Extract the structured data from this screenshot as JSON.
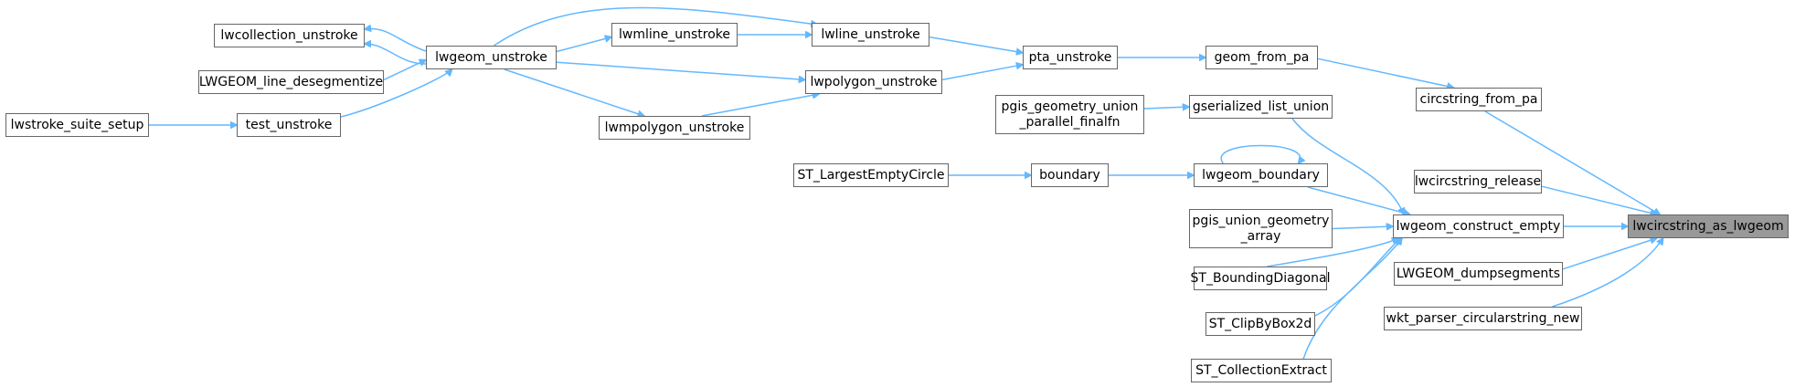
{
  "graph": {
    "edge_color": "#63b8ff",
    "node_border_color": "#666666",
    "root_fill_color": "#999999",
    "nodes": {
      "lwcircstring_as_lwgeom": [
        "lwcircstring_as_lwgeom"
      ],
      "circstring_from_pa": [
        "circstring_from_pa"
      ],
      "lwcircstring_release": [
        "lwcircstring_release"
      ],
      "lwgeom_construct_empty": [
        "lwgeom_construct_empty"
      ],
      "LWGEOM_dumpsegments": [
        "LWGEOM_dumpsegments"
      ],
      "wkt_parser_circularstring_new": [
        "wkt_parser_circularstring_new"
      ],
      "geom_from_pa": [
        "geom_from_pa"
      ],
      "gserialized_list_union": [
        "gserialized_list_union"
      ],
      "lwgeom_boundary": [
        "lwgeom_boundary"
      ],
      "pgis_union_geometry_array": [
        "pgis_union_geometry",
        "_array"
      ],
      "ST_BoundingDiagonal": [
        "ST_BoundingDiagonal"
      ],
      "ST_ClipByBox2d": [
        "ST_ClipByBox2d"
      ],
      "ST_CollectionExtract": [
        "ST_CollectionExtract"
      ],
      "pta_unstroke": [
        "pta_unstroke"
      ],
      "pgis_geometry_union_parallel_finalfn": [
        "pgis_geometry_union",
        "_parallel_finalfn"
      ],
      "boundary": [
        "boundary"
      ],
      "lwline_unstroke": [
        "lwline_unstroke"
      ],
      "lwpolygon_unstroke": [
        "lwpolygon_unstroke"
      ],
      "ST_LargestEmptyCircle": [
        "ST_LargestEmptyCircle"
      ],
      "lwmline_unstroke": [
        "lwmline_unstroke"
      ],
      "lwgeom_unstroke": [
        "lwgeom_unstroke"
      ],
      "lwmpolygon_unstroke": [
        "lwmpolygon_unstroke"
      ],
      "lwcollection_unstroke": [
        "lwcollection_unstroke"
      ],
      "LWGEOM_line_desegmentize": [
        "LWGEOM_line_desegmentize"
      ],
      "test_unstroke": [
        "test_unstroke"
      ],
      "lwstroke_suite_setup": [
        "lwstroke_suite_setup"
      ]
    },
    "edges": [
      [
        "circstring_from_pa",
        "lwcircstring_as_lwgeom"
      ],
      [
        "lwcircstring_release",
        "lwcircstring_as_lwgeom"
      ],
      [
        "lwgeom_construct_empty",
        "lwcircstring_as_lwgeom"
      ],
      [
        "LWGEOM_dumpsegments",
        "lwcircstring_as_lwgeom"
      ],
      [
        "wkt_parser_circularstring_new",
        "lwcircstring_as_lwgeom"
      ],
      [
        "geom_from_pa",
        "circstring_from_pa"
      ],
      [
        "gserialized_list_union",
        "lwgeom_construct_empty"
      ],
      [
        "lwgeom_boundary",
        "lwgeom_construct_empty"
      ],
      [
        "pgis_union_geometry_array",
        "lwgeom_construct_empty"
      ],
      [
        "ST_BoundingDiagonal",
        "lwgeom_construct_empty"
      ],
      [
        "ST_ClipByBox2d",
        "lwgeom_construct_empty"
      ],
      [
        "ST_CollectionExtract",
        "lwgeom_construct_empty"
      ],
      [
        "pta_unstroke",
        "geom_from_pa"
      ],
      [
        "pgis_geometry_union_parallel_finalfn",
        "gserialized_list_union"
      ],
      [
        "boundary",
        "lwgeom_boundary"
      ],
      [
        "lwgeom_boundary",
        "lwgeom_boundary"
      ],
      [
        "lwline_unstroke",
        "pta_unstroke"
      ],
      [
        "lwpolygon_unstroke",
        "pta_unstroke"
      ],
      [
        "ST_LargestEmptyCircle",
        "boundary"
      ],
      [
        "lwmline_unstroke",
        "lwline_unstroke"
      ],
      [
        "lwgeom_unstroke",
        "lwline_unstroke"
      ],
      [
        "lwgeom_unstroke",
        "lwpolygon_unstroke"
      ],
      [
        "lwmpolygon_unstroke",
        "lwpolygon_unstroke"
      ],
      [
        "lwgeom_unstroke",
        "lwmline_unstroke"
      ],
      [
        "lwgeom_unstroke",
        "lwmpolygon_unstroke"
      ],
      [
        "lwgeom_unstroke",
        "lwcollection_unstroke"
      ],
      [
        "lwcollection_unstroke",
        "lwgeom_unstroke"
      ],
      [
        "LWGEOM_line_desegmentize",
        "lwgeom_unstroke"
      ],
      [
        "test_unstroke",
        "lwgeom_unstroke"
      ],
      [
        "lwstroke_suite_setup",
        "test_unstroke"
      ]
    ]
  }
}
